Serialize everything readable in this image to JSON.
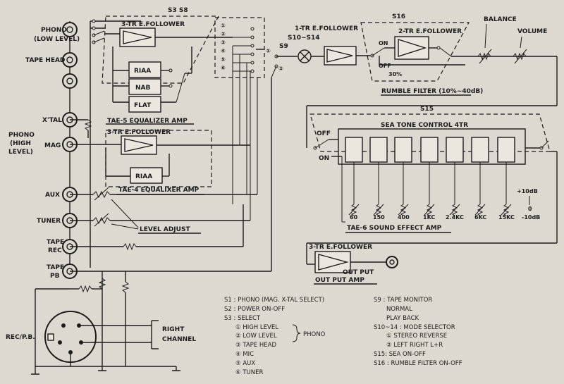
{
  "inputs": {
    "phono_low": "PHONO",
    "phono_low_sub": "(LOW LEVEL)",
    "tape_head": "TAPE HEAD",
    "xtal": "X'TAL",
    "phono_high_1": "PHONO",
    "phono_high_2": "(HIGH",
    "phono_high_3": "LEVEL)",
    "mag": "MAG",
    "aux": "AUX",
    "tuner": "TUNER",
    "tape_rec_1": "TAPE",
    "tape_rec_2": "REC",
    "tape_pb_1": "TAPE",
    "tape_pb_2": "PB",
    "rec_pb": "REC/P.B.",
    "right_channel_1": "RIGHT",
    "right_channel_2": "CHANNEL"
  },
  "blocks": {
    "s3_s8": "S3  S8",
    "follower_3tr_a": "3-TR E.FOLLOWER",
    "riaa_a": "RIAA",
    "nab": "NAB",
    "flat": "FLAT",
    "tae5": "TAE-5 EQUALIZER AMP",
    "follower_3tr_b": "3-TR E.FOLLOWER",
    "riaa_b": "RIAA",
    "tae4": "TAE-4 EQUALIXER AMP",
    "level_adjust": "LEVEL ADJUST",
    "select_nums": [
      "①",
      "②",
      "③",
      "④",
      "⑤",
      "⑥"
    ],
    "s9": "S9",
    "s9_1": "①",
    "s9_2": "②",
    "follower_1tr": "1-TR E.FOLLOWER",
    "s10_s14": "S10~S14",
    "s16": "S16",
    "follower_2tr": "2-TR E.FOLLOWER",
    "on_16": "ON",
    "off_16": "OFF",
    "pct_30": "30%",
    "rumble": "RUMBLE FILTER (10%~40dB)",
    "balance": "BALANCE",
    "volume": "VOLUME",
    "s15": "S15",
    "off_15": "OFF",
    "on_15": "ON",
    "sea_title": "SEA TONE CONTROL  4TR",
    "bands": [
      "60",
      "150",
      "400",
      "1KC",
      "2.4KC",
      "6KC",
      "15KC"
    ],
    "plus10": "+10dB",
    "zero": "0",
    "minus10": "-10dB",
    "tae6": "TAE-6 SOUND EFFECT AMP",
    "follower_3tr_c": "3-TR E.FOLLOWER",
    "output": "OUT PUT",
    "output_amp": "OUT PUT AMP"
  },
  "legend_left": [
    {
      "text": "S1 : PHONO (MAG. X-TAL SELECT)"
    },
    {
      "text": "S2 : POWER  ON-OFF"
    },
    {
      "text": "S3 : SELECT"
    },
    {
      "text": "① HIGH LEVEL"
    },
    {
      "text": "② LOW  LEVEL"
    },
    {
      "text": "③ TAPE HEAD"
    },
    {
      "text": "④ MIC"
    },
    {
      "text": "⑤ AUX"
    },
    {
      "text": "⑥ TUNER"
    }
  ],
  "legend_phono": "PHONO",
  "legend_right": [
    {
      "text": "S9 : TAPE MONITOR"
    },
    {
      "text": "NORMAL"
    },
    {
      "text": "PLAY BACK"
    },
    {
      "text": "S10~14 : MODE SELECTOR"
    },
    {
      "text": "① STEREO REVERSE"
    },
    {
      "text": "② LEFT RIGHT  L+R"
    },
    {
      "text": "S15: SEA ON-OFF"
    },
    {
      "text": "S16 : RUMBLE FILTER ON-OFF"
    }
  ]
}
